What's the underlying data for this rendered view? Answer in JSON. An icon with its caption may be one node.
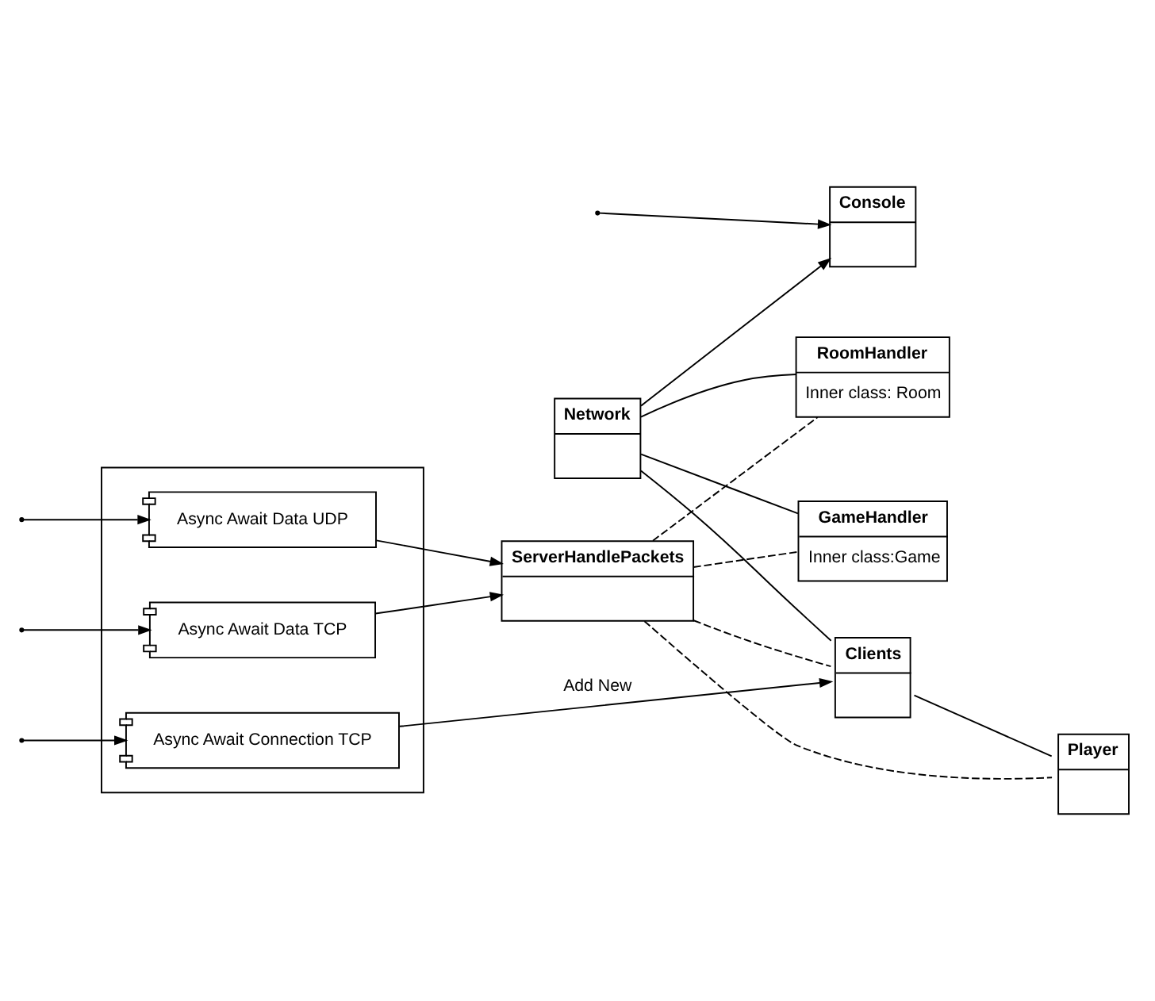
{
  "diagram": {
    "nodes": [
      {
        "text": [
          "Console"
        ]
      },
      {
        "text": [
          "Network"
        ]
      },
      {
        "text": [],
        "shape": "box"
      },
      {
        "text": [
          "Async Await Connection TCP"
        ],
        "in": 2
      },
      {
        "text": [
          "Async Await Data TCP"
        ],
        "in": 2
      },
      {
        "text": [
          "Async Await Data UDP"
        ],
        "in": 2
      },
      {
        "text": [
          "Clients"
        ]
      },
      {
        "text": [
          "Player"
        ]
      },
      {
        "text": [
          "ServerHandlePackets"
        ]
      },
      {
        "text": [
          "GameHandler",
          "Inner class:Game"
        ]
      },
      {
        "text": [
          "RoomHandler",
          "Inner class: Room"
        ]
      }
    ],
    "edges": [
      {
        "from": null,
        "to": 0,
        "arrow": "to"
      },
      {
        "from": 1,
        "to": 0,
        "arrow": "to"
      },
      {
        "from": 1,
        "to": 6,
        "arrow": "none"
      },
      {
        "from": 1,
        "to": 9,
        "arrow": "none"
      },
      {
        "from": 1,
        "to": 10,
        "arrow": "none"
      },
      {
        "from": 6,
        "to": 7,
        "arrow": "none"
      },
      {
        "from": null,
        "to": 3,
        "arrow": "to"
      },
      {
        "from": null,
        "to": 4,
        "arrow": "to"
      },
      {
        "from": null,
        "to": 5,
        "arrow": "to"
      },
      {
        "from": 3,
        "to": 6,
        "arrow": "to",
        "label": "Add New"
      },
      {
        "from": 4,
        "to": 8,
        "arrow": "to"
      },
      {
        "from": 5,
        "to": 8,
        "arrow": "to"
      },
      {
        "from": 8,
        "to": 6,
        "arrow": "none",
        "style": "dashed"
      },
      {
        "from": 8,
        "to": 7,
        "arrow": "none",
        "style": "dashed"
      },
      {
        "from": 8,
        "to": 9,
        "arrow": "none",
        "style": "dashed"
      },
      {
        "from": 8,
        "to": 10,
        "arrow": "none",
        "style": "dashed"
      }
    ]
  }
}
